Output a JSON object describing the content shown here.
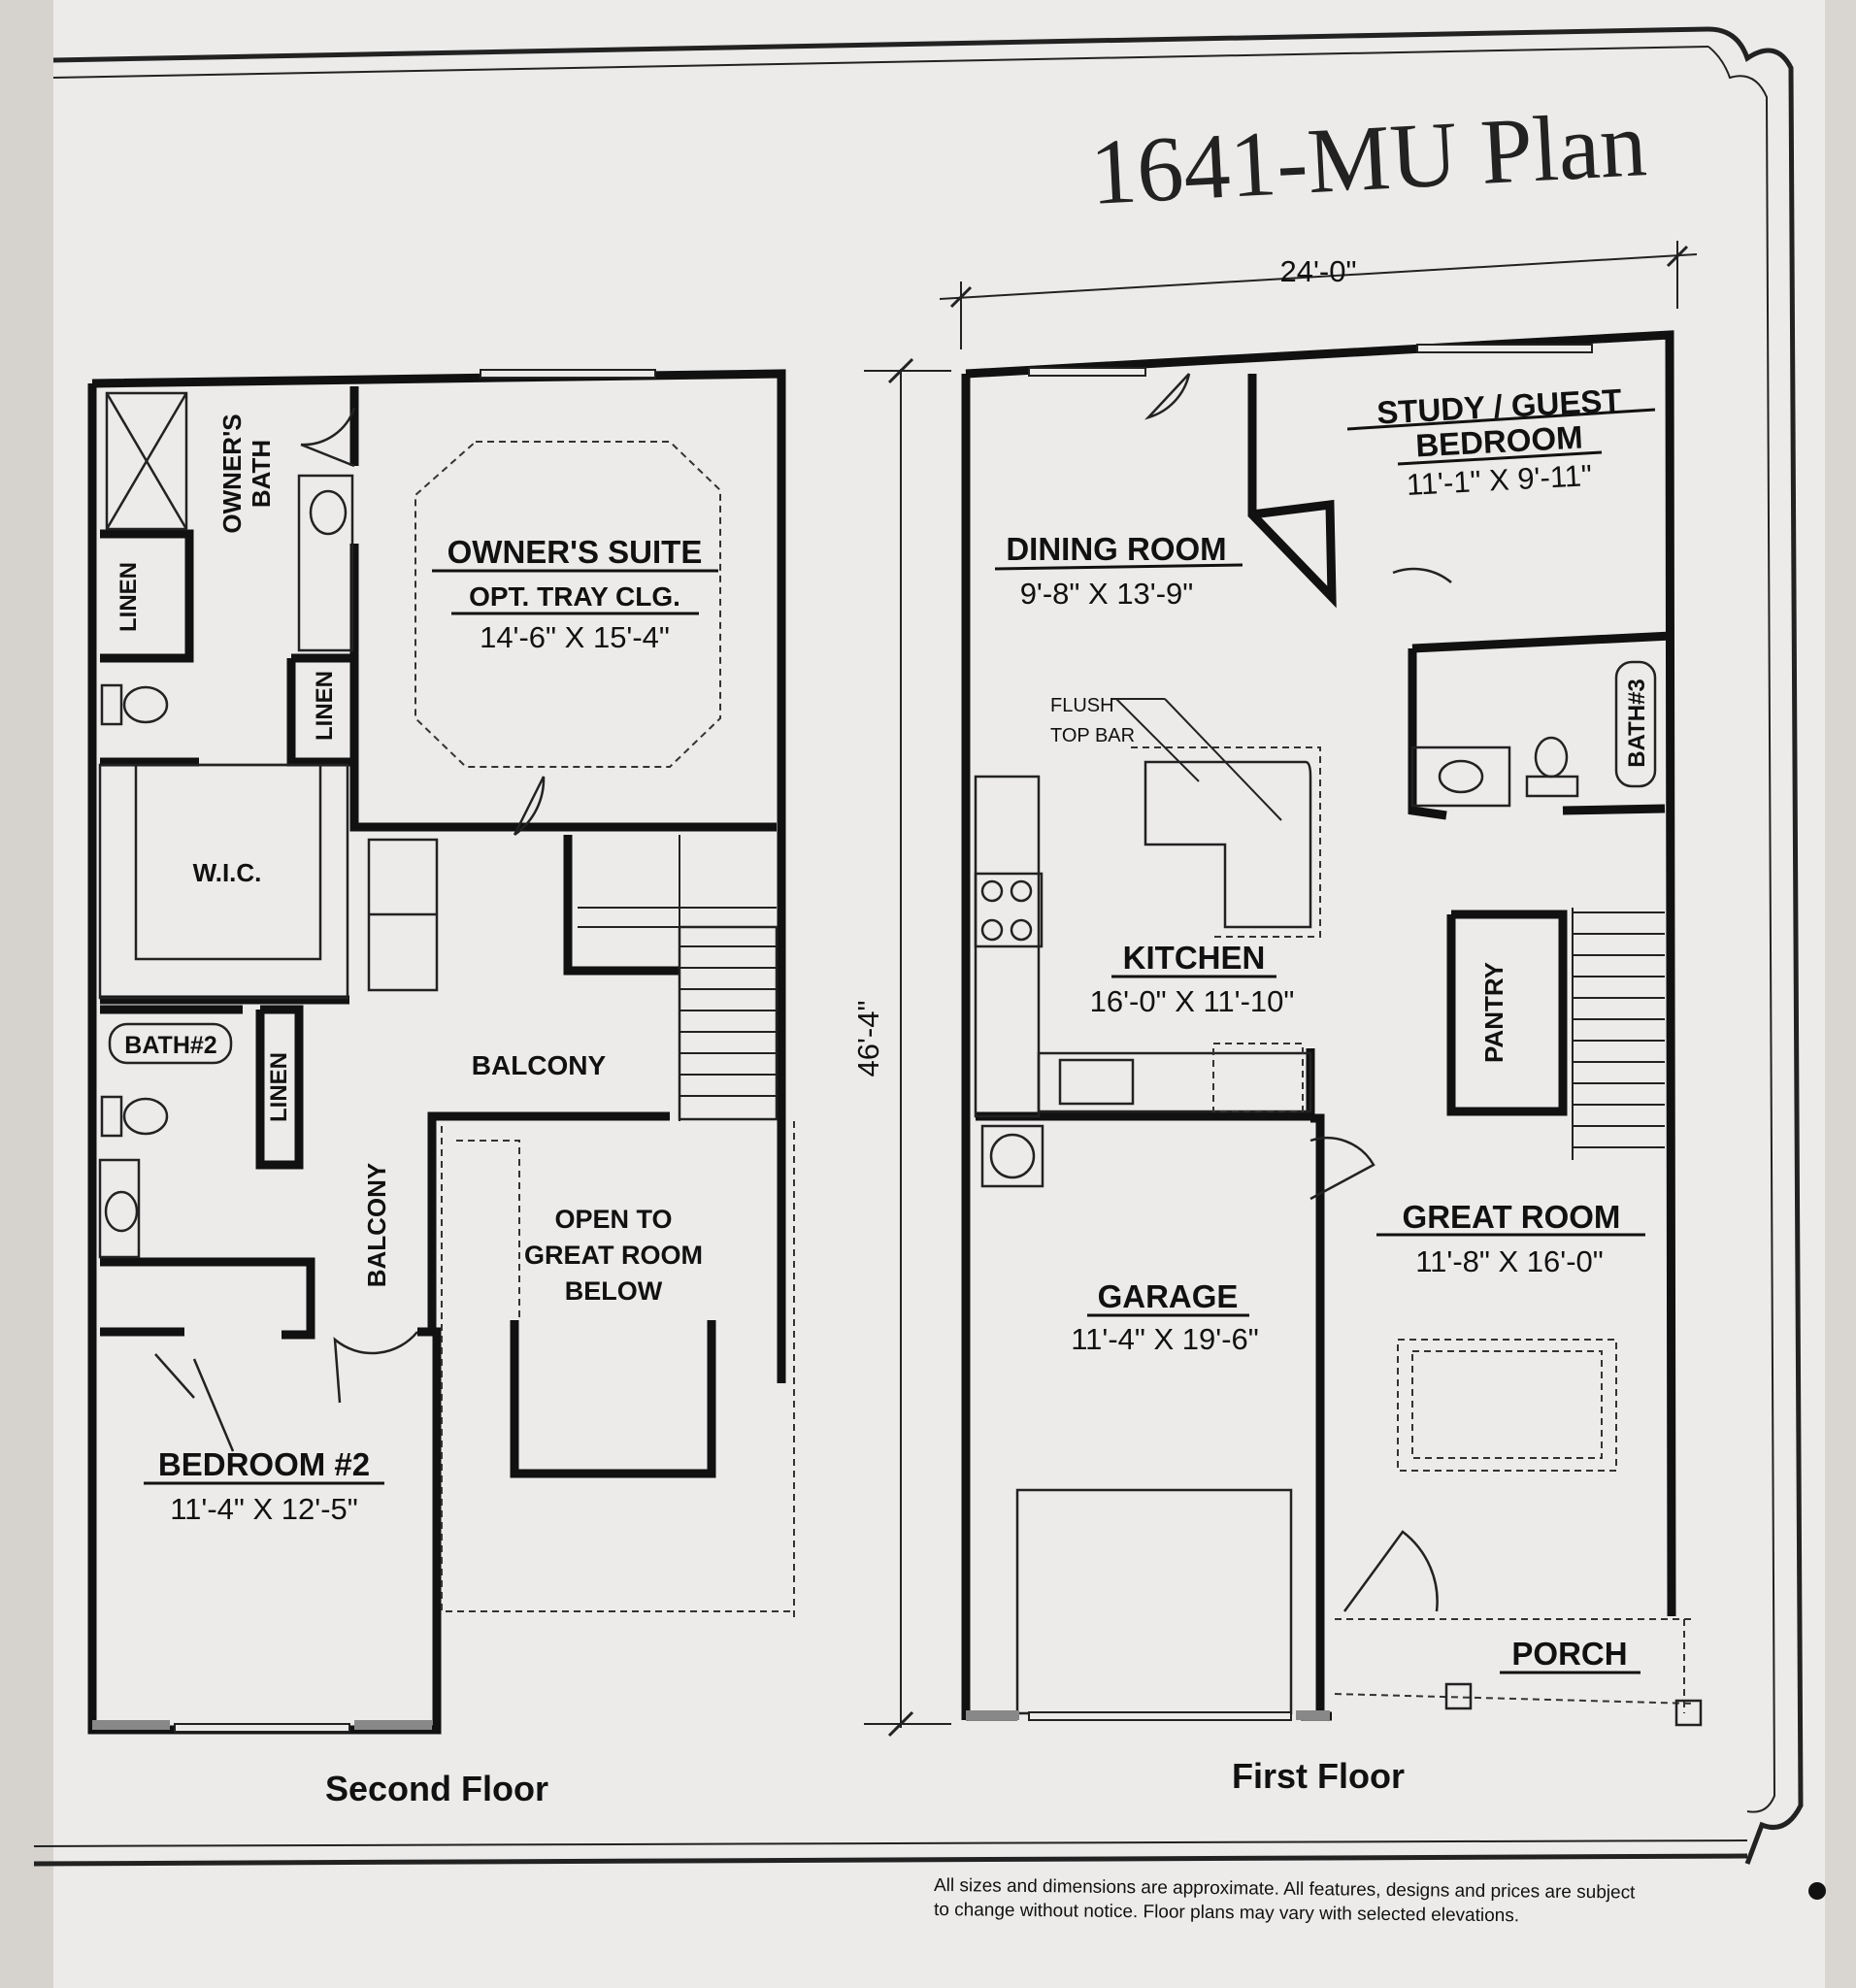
{
  "title": "1641-MU Plan",
  "dimensions": {
    "width": "24'-0\"",
    "depth": "46'-4\""
  },
  "second_floor": {
    "label": "Second Floor",
    "owners_bath": [
      "OWNER'S",
      "BATH"
    ],
    "linen": "LINEN",
    "owners_suite": {
      "name": "OWNER'S SUITE",
      "note": "OPT. TRAY CLG.",
      "size": "14'-6\" X 15'-4\""
    },
    "wic": "W.I.C.",
    "bath2": "BATH#2",
    "balcony": "BALCONY",
    "open_to": [
      "OPEN TO",
      "GREAT ROOM",
      "BELOW"
    ],
    "bedroom2": {
      "name": "BEDROOM #2",
      "size": "11'-4\" X 12'-5\""
    }
  },
  "first_floor": {
    "label": "First Floor",
    "study": {
      "name": [
        "STUDY / GUEST",
        "BEDROOM"
      ],
      "size": "11'-1\" X 9'-11\""
    },
    "dining": {
      "name": "DINING ROOM",
      "size": "9'-8\" X 13'-9\""
    },
    "flush_top_bar": [
      "FLUSH",
      "TOP BAR"
    ],
    "kitchen": {
      "name": "KITCHEN",
      "size": "16'-0\" X 11'-10\""
    },
    "bath3": "BATH#3",
    "pantry": "PANTRY",
    "great_room": {
      "name": "GREAT ROOM",
      "size": "11'-8\" X 16'-0\""
    },
    "garage": {
      "name": "GARAGE",
      "size": "11'-4\" X 19'-6\""
    },
    "porch": "PORCH"
  },
  "disclaimer": [
    "All sizes and dimensions are approximate. All features, designs and prices are subject",
    "to change without notice.  Floor plans may vary with selected elevations."
  ]
}
